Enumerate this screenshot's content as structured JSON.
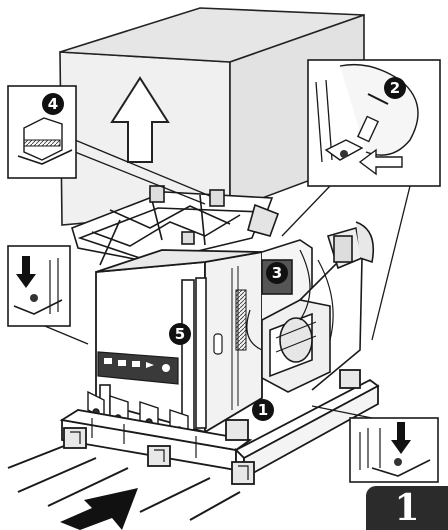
{
  "figure": {
    "step_number": "1",
    "callouts": [
      {
        "id": "1",
        "label": "1",
        "part": "pallet-front-beam"
      },
      {
        "id": "2",
        "label": "2",
        "part": "screw-and-bracket-detail"
      },
      {
        "id": "3",
        "label": "3",
        "part": "side-label"
      },
      {
        "id": "4",
        "label": "4",
        "part": "bracket-detail"
      },
      {
        "id": "5",
        "label": "5",
        "part": "corner-post"
      }
    ],
    "icons": [
      "up-arrow-icon",
      "push-arrow-icon",
      "down-arrow-icon",
      "screwdriver-icon"
    ],
    "colors": {
      "ink": "#1a1a1a",
      "paper": "#ffffff",
      "panel_fill": "#eeeeee",
      "shade": "#d8d8d8",
      "tab": "#2b2b2b"
    }
  }
}
